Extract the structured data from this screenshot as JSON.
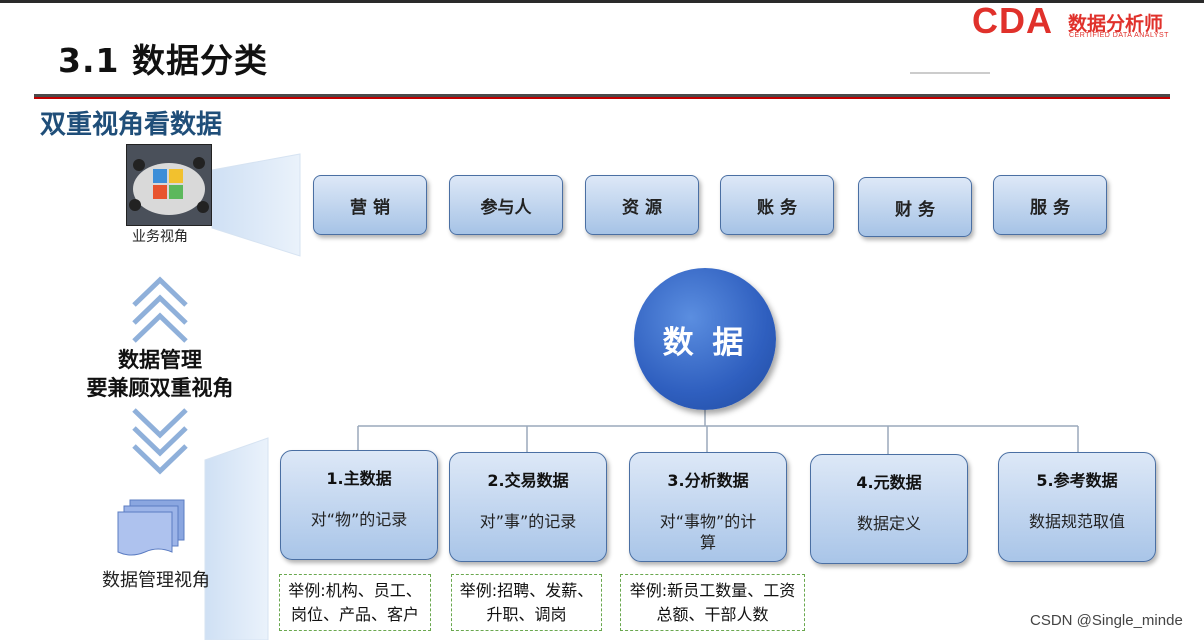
{
  "header": {
    "title": "3.1 数据分类",
    "logo_main": "CDA",
    "logo_cn": "数据分析师",
    "logo_en": "CERTIFIED DATA ANALYST"
  },
  "subtitle": "双重视角看数据",
  "left": {
    "business_caption": "业务视角",
    "center_line1": "数据管理",
    "center_line2": "要兼顾双重视角",
    "mgmt_caption": "数据管理视角"
  },
  "business_items": [
    {
      "label": "营 销"
    },
    {
      "label": "参与人"
    },
    {
      "label": "资 源"
    },
    {
      "label": "账 务"
    },
    {
      "label": "财 务"
    },
    {
      "label": "服 务"
    }
  ],
  "center": {
    "label": "数 据"
  },
  "data_types": [
    {
      "title": "1.主数据",
      "desc": "对“物”的记录"
    },
    {
      "title": "2.交易数据",
      "desc": "对”事”的记录"
    },
    {
      "title": "3.分析数据",
      "desc": "对“事物”的计算"
    },
    {
      "title": "4.元数据",
      "desc": "数据定义"
    },
    {
      "title": "5.参考数据",
      "desc": "数据规范取值"
    }
  ],
  "examples": [
    {
      "line1": "举例:机构、员工、",
      "line2": "岗位、产品、客户"
    },
    {
      "line1": "举例:招聘、发薪、",
      "line2": "升职、调岗"
    },
    {
      "line1": "举例:新员工数量、工资",
      "line2": "总额、干部人数"
    }
  ],
  "watermark": "CSDN @Single_minde",
  "colors": {
    "accent_red": "#c00000",
    "subtitle_blue": "#1f4e79",
    "box_border": "#4a6fa3",
    "circle_blue": "#2f5fbf"
  }
}
